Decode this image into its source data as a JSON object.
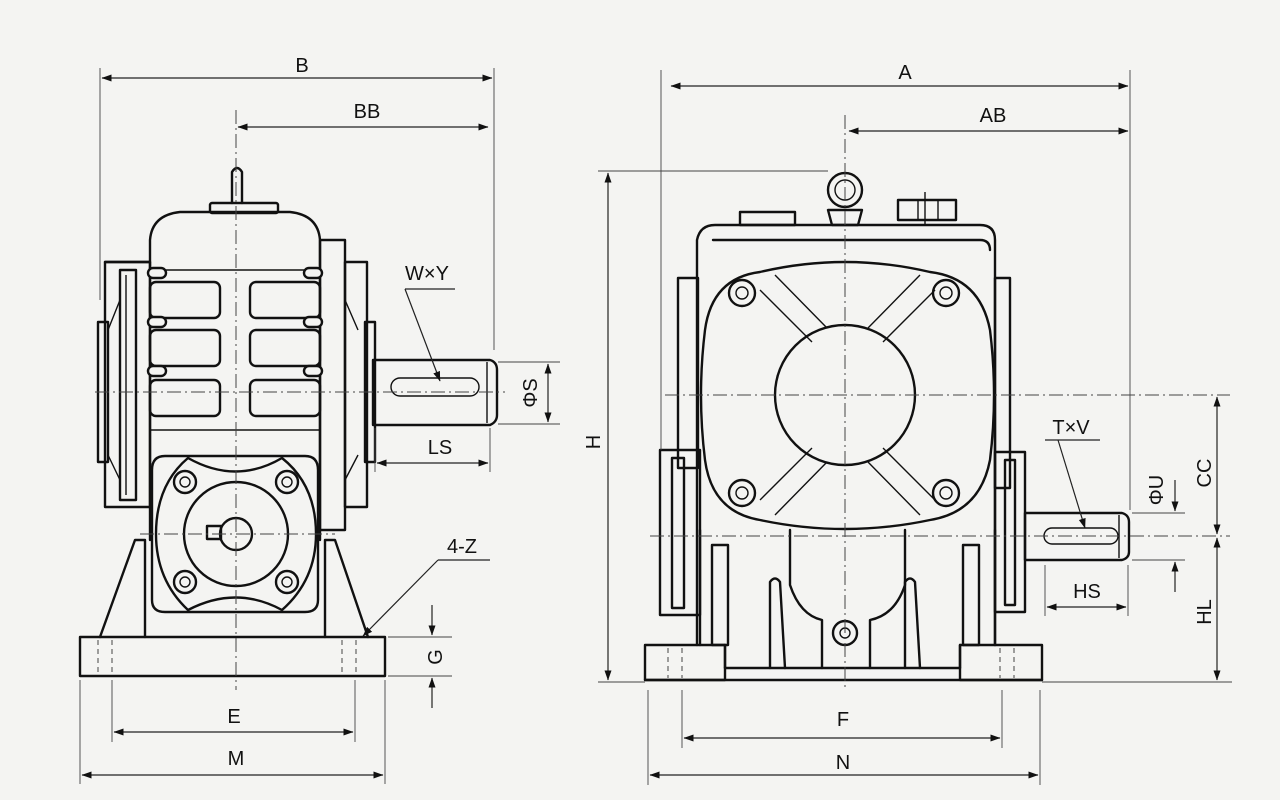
{
  "labels": {
    "B": "B",
    "BB": "BB",
    "WxY": "W×Y",
    "PhiS": "ΦS",
    "LS": "LS",
    "FourZ": "4-Z",
    "G": "G",
    "E": "E",
    "M": "M",
    "A": "A",
    "AB": "AB",
    "H": "H",
    "TxV": "T×V",
    "PhiU": "ΦU",
    "CC": "CC",
    "HS": "HS",
    "HL": "HL",
    "F": "F",
    "N": "N"
  }
}
